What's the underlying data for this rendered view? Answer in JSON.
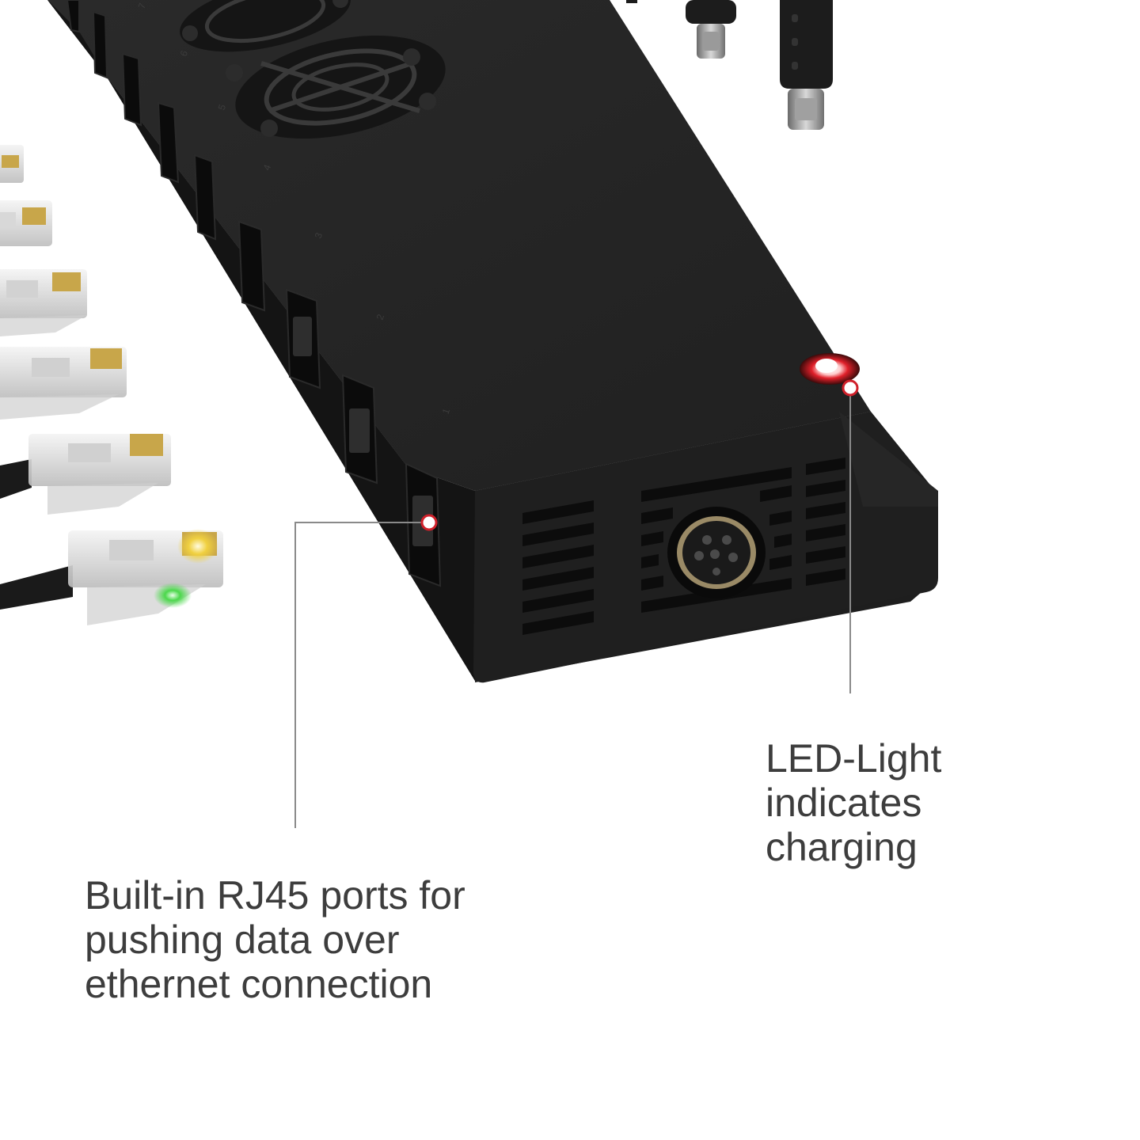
{
  "callouts": {
    "led": {
      "lines": [
        "LED-Light",
        "indicates",
        "charging"
      ]
    },
    "rj45": {
      "lines": [
        "Built-in RJ45 ports for",
        "pushing data over",
        "ethernet connection"
      ]
    }
  },
  "port_numbers": [
    "1",
    "2",
    "3",
    "4",
    "5",
    "6",
    "7"
  ],
  "colors": {
    "background": "#ffffff",
    "device_body": "#1f1f1f",
    "text": "#3d3d3d",
    "callout_line": "#8a8a8a",
    "marker_ring": "#d0202a",
    "led_glow": "#e0202a",
    "link_led_green": "#4cd84c",
    "link_led_amber": "#f0d040"
  },
  "icons": [
    "rj45-plug-icon",
    "usb-c-plug-icon",
    "cooling-fan-icon",
    "din-power-jack-icon"
  ]
}
